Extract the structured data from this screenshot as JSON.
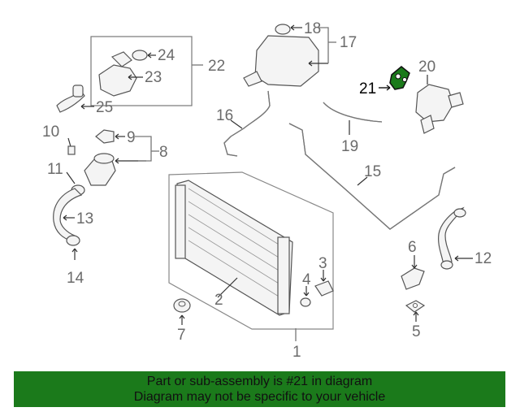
{
  "diagram": {
    "highlight_color": "#1b7a1b",
    "highlighted_part": "21",
    "callouts": [
      "1",
      "2",
      "3",
      "4",
      "5",
      "6",
      "7",
      "8",
      "9",
      "10",
      "11",
      "12",
      "13",
      "14",
      "15",
      "16",
      "17",
      "18",
      "19",
      "20",
      "21",
      "22",
      "23",
      "24",
      "25"
    ]
  },
  "banner": {
    "line1": "Part or sub-assembly is #21 in diagram",
    "line2": "Diagram may not be specific to your vehicle"
  }
}
